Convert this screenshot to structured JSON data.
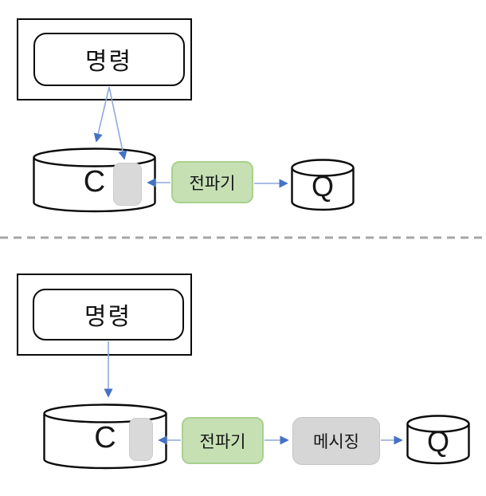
{
  "colors": {
    "green_fill": "#c6e0b4",
    "green_border": "#a9d18e",
    "gray_fill": "#d6d6d6",
    "gray_border": "#c3c3c3",
    "slot_fill": "#d9d9d9",
    "slot_border": "#cccccc",
    "arrow_line": "#8ea9db",
    "arrow_head": "#4472c4",
    "divider": "#a6a6a6",
    "shape_stroke": "#0a0a0a",
    "background": "#ffffff"
  },
  "top": {
    "command_label": "명령",
    "store_label": "C",
    "propagator_label": "전파기",
    "queue_label": "Q"
  },
  "bottom": {
    "command_label": "명령",
    "store_label": "C",
    "propagator_label": "전파기",
    "messaging_label": "메시징",
    "queue_label": "Q"
  }
}
